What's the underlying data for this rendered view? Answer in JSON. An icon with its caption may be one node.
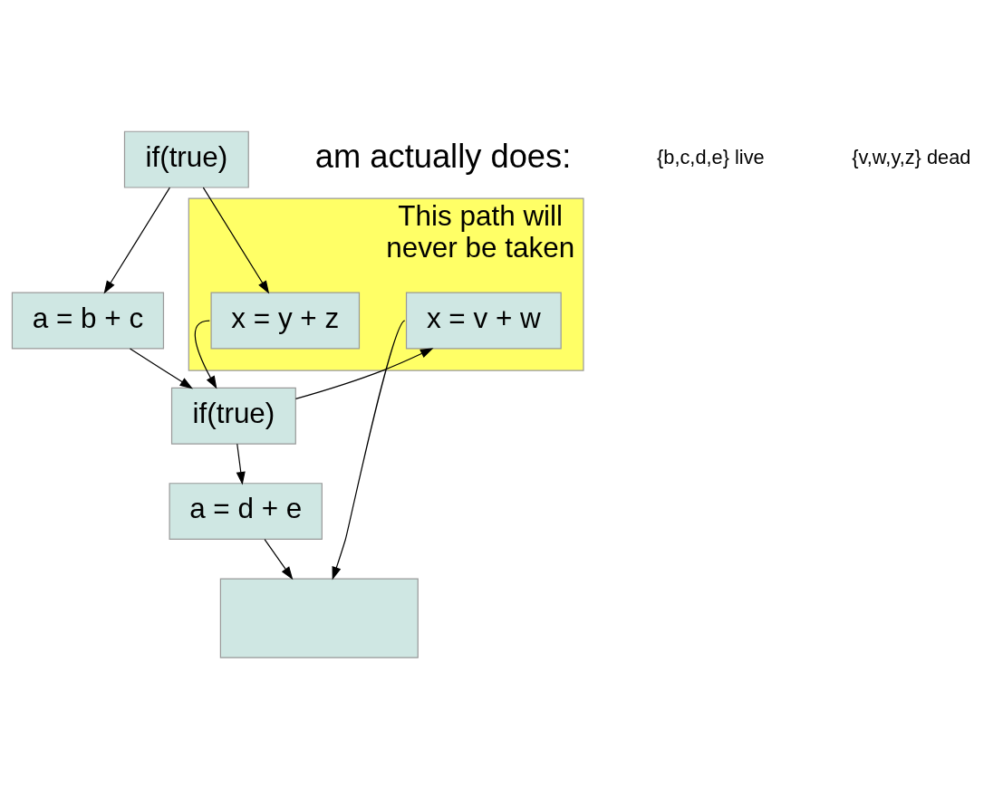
{
  "diagram": {
    "nodes": [
      {
        "text": [
          "if(true)"
        ]
      },
      {
        "text": [
          "This path will never be taken"
        ]
      },
      {
        "text": [
          "a = b + c"
        ]
      },
      {
        "text": [
          "x = y + z"
        ],
        "in": 1
      },
      {
        "text": [
          "if(true)"
        ]
      },
      {
        "text": [
          "a = d + e"
        ]
      },
      {
        "text": [
          "x = v + w"
        ],
        "in": 1
      },
      {
        "text": [],
        "shape": "box"
      }
    ],
    "edges": [
      {
        "from": 0,
        "to": 2,
        "arrow": "to"
      },
      {
        "from": 0,
        "to": 3,
        "arrow": "to"
      },
      {
        "from": 2,
        "to": 4,
        "arrow": "to"
      },
      {
        "from": 3,
        "to": 4,
        "arrow": "to"
      },
      {
        "from": 4,
        "to": 5,
        "arrow": "to"
      },
      {
        "from": 4,
        "to": 6,
        "arrow": "to"
      },
      {
        "from": 5,
        "to": 7,
        "arrow": "to"
      },
      {
        "from": 6,
        "to": 7,
        "arrow": "to"
      }
    ],
    "labels": [
      "am actually does:",
      "{b,c,d,e} live",
      "{v,w,y,z} dead"
    ]
  }
}
